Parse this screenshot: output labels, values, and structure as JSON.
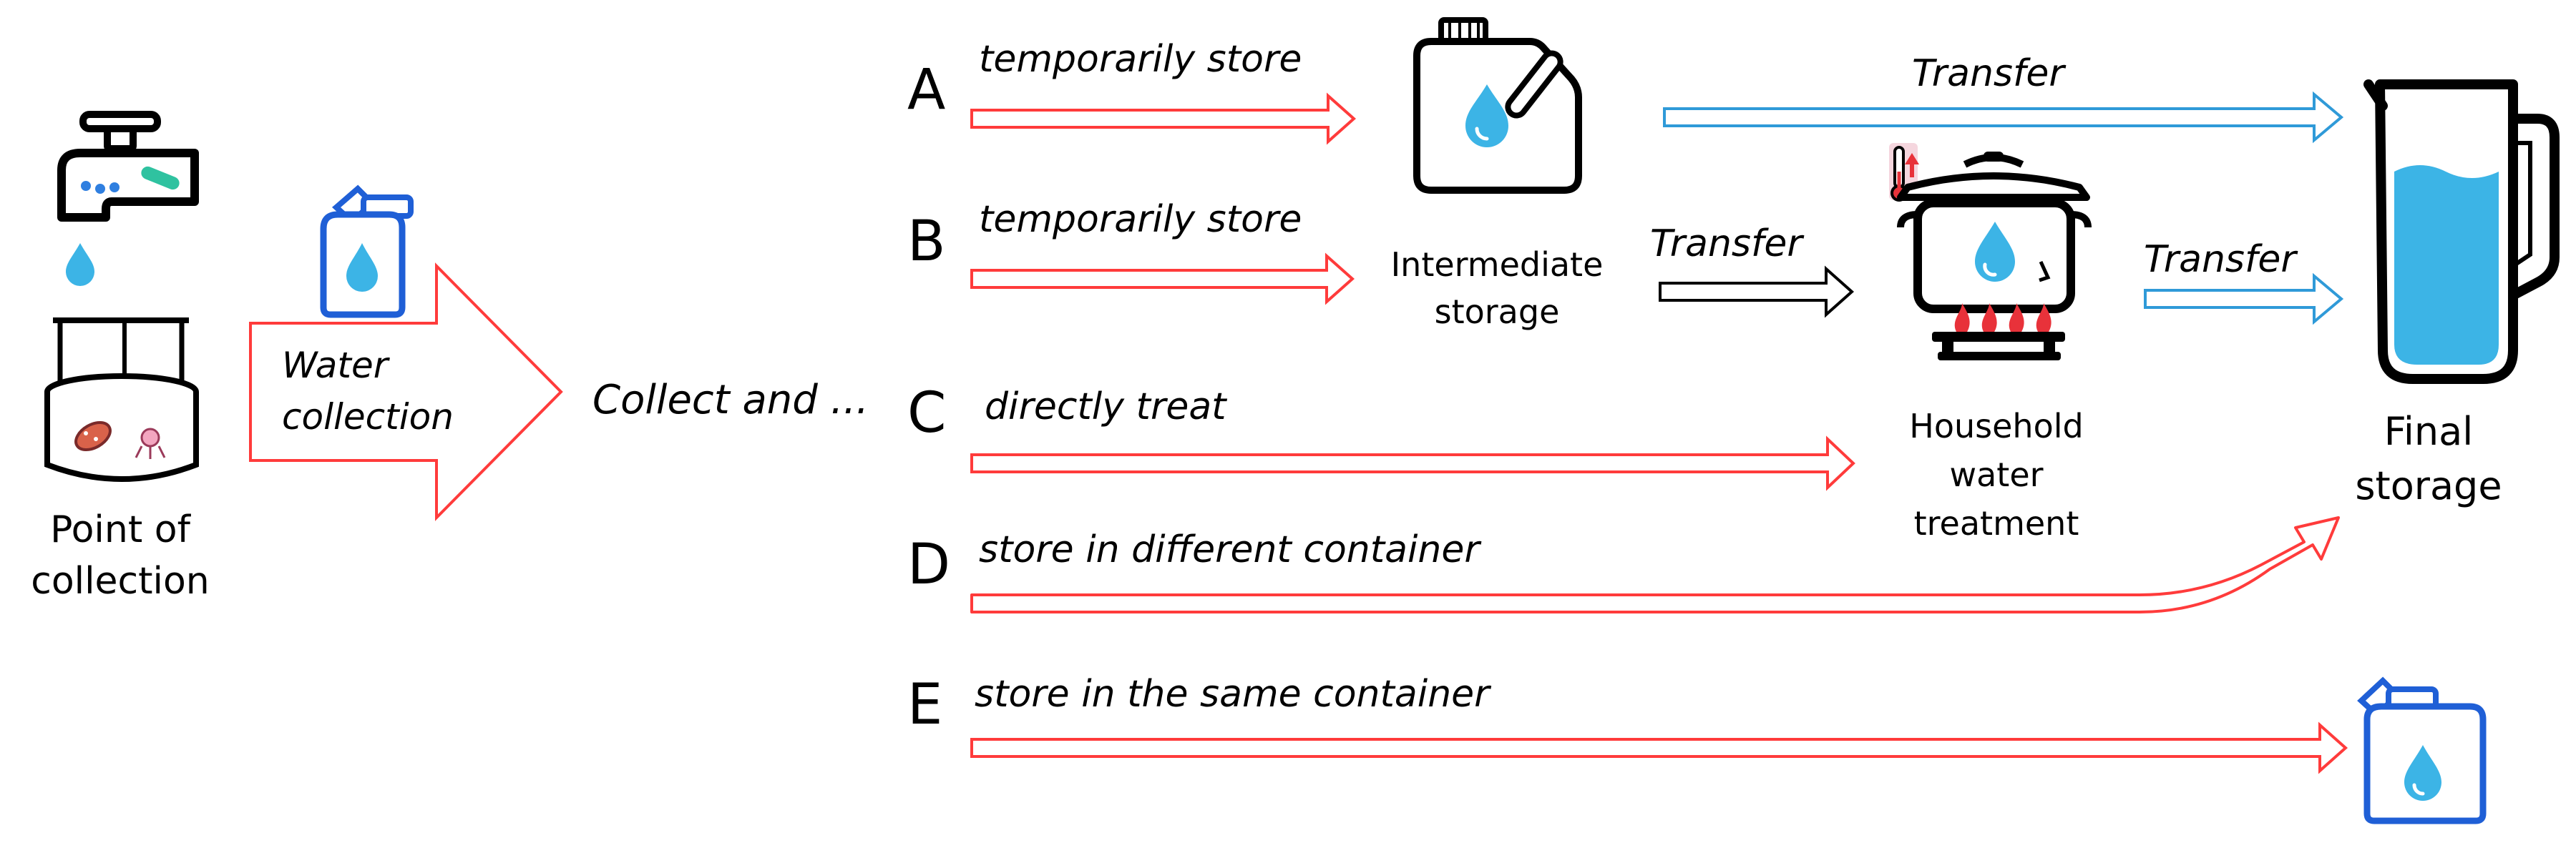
{
  "colors": {
    "red_arrow": "#ff3b3b",
    "blue_arrow": "#2f9ad8",
    "black_arrow": "#000000",
    "water_blue": "#3cb4e6",
    "container_blue": "#1f5fd6",
    "flame_red": "#e8323a"
  },
  "collection": {
    "point_label_line1": "Point of",
    "point_label_line2": "collection",
    "arrow_label_line1": "Water",
    "arrow_label_line2": "collection",
    "collect_and": "Collect and ..."
  },
  "routes": [
    {
      "letter": "A",
      "action": "temporarily store"
    },
    {
      "letter": "B",
      "action": "temporarily store"
    },
    {
      "letter": "C",
      "action": "directly treat"
    },
    {
      "letter": "D",
      "action": "store in different container"
    },
    {
      "letter": "E",
      "action": "store in the same container"
    }
  ],
  "transfers": {
    "a_to_final": "Transfer",
    "intermediate_to_treatment": "Transfer",
    "treatment_to_final": "Transfer"
  },
  "nodes": {
    "intermediate_line1": "Intermediate",
    "intermediate_line2": "storage",
    "treatment_line1": "Household",
    "treatment_line2": "water",
    "treatment_line3": "treatment",
    "final_line1": "Final",
    "final_line2": "storage"
  },
  "icons": {
    "tap": "water-tap-icon",
    "well": "well-icon",
    "jerrycan": "jerrycan-icon",
    "jug": "plastic-jug-icon",
    "pot": "cooking-pot-icon",
    "stove": "gas-stove-icon",
    "thermometer": "thermometer-icon",
    "pitcher": "water-pitcher-icon",
    "droplet": "water-drop-icon"
  }
}
